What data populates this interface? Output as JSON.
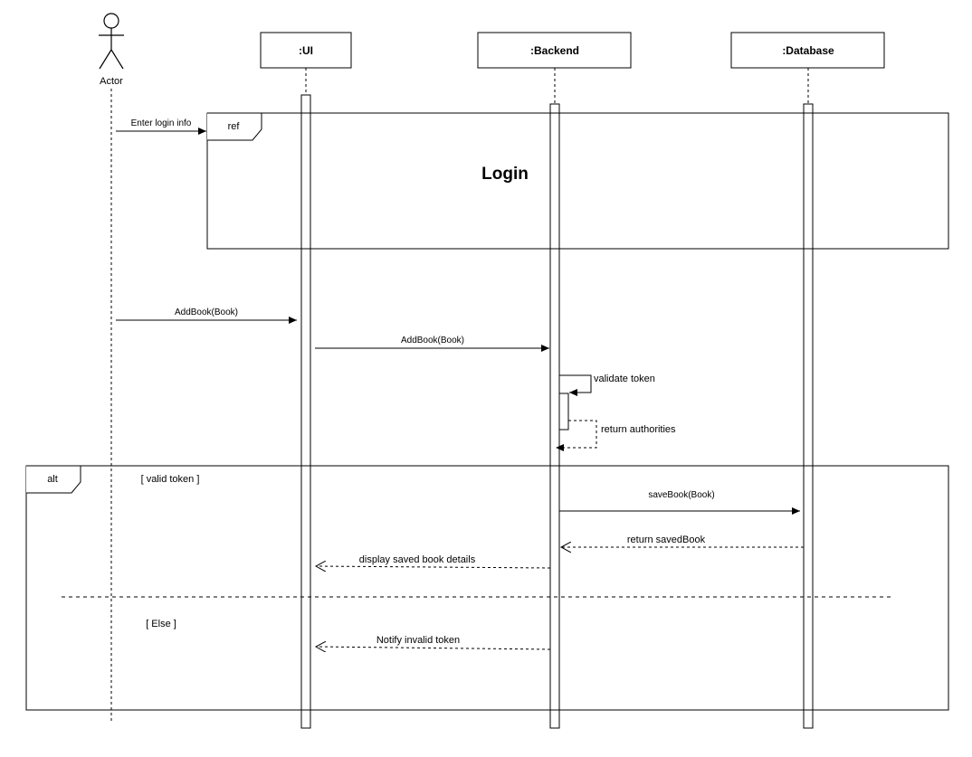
{
  "actor": {
    "label": "Actor"
  },
  "lifelines": {
    "ui": ":UI",
    "backend": ":Backend",
    "database": ":Database"
  },
  "ref_frame": {
    "tag": "ref",
    "title": "Login"
  },
  "alt_frame": {
    "tag": "alt",
    "guard_valid": "[ valid token ]",
    "guard_else": "[ Else ]"
  },
  "messages": {
    "enter_login": "Enter login info",
    "addbook_actor_ui": "AddBook(Book)",
    "addbook_ui_backend": "AddBook(Book)",
    "validate_token": "validate token",
    "return_authorities": "return authorities",
    "save_book": "saveBook(Book)",
    "return_saved_book": "return savedBook",
    "display_saved": "display saved book details",
    "notify_invalid": "Notify invalid token"
  },
  "colors": {
    "line": "#000000",
    "background": "#ffffff"
  }
}
